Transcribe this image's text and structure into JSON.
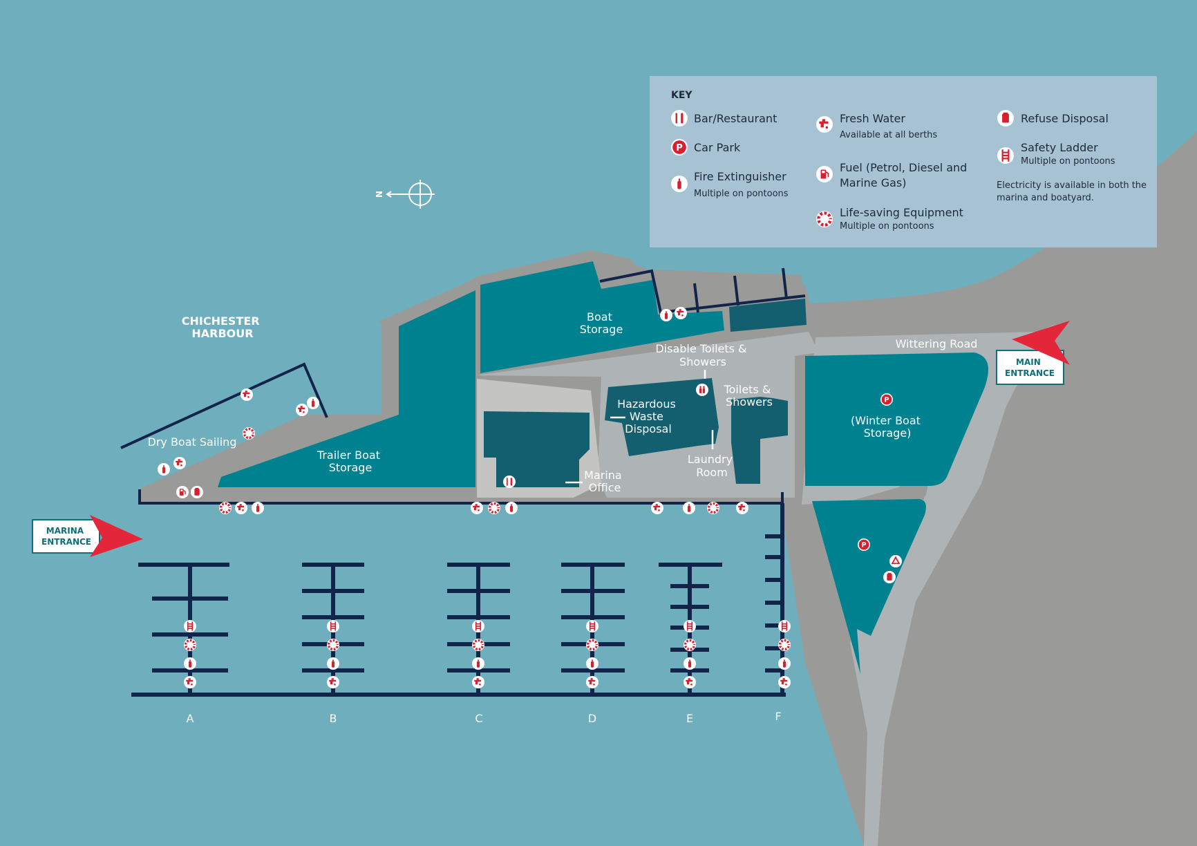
{
  "map": {
    "harbour_label": [
      "CHICHESTER",
      "HARBOUR"
    ],
    "compass_label": "N",
    "areas": {
      "boat_storage": [
        "Boat",
        "Storage"
      ],
      "trailer_boat_storage": [
        "Trailer Boat",
        "Storage"
      ],
      "dry_boat_sailing": "Dry Boat Sailing",
      "hazardous_waste": [
        "Hazardous",
        "Waste",
        "Disposal"
      ],
      "marina_office": [
        "Marina",
        "Office"
      ],
      "disable_toilets": [
        "Disable Toilets &",
        "Showers"
      ],
      "toilets_showers": [
        "Toilets &",
        "Showers"
      ],
      "laundry_room": [
        "Laundry",
        "Room"
      ],
      "winter_boat_storage": [
        "(Winter Boat",
        "Storage)"
      ],
      "wittering_road": "Wittering Road"
    },
    "entrances": {
      "main": [
        "MAIN",
        "ENTRANCE"
      ],
      "marina": [
        "MARINA",
        "ENTRANCE"
      ]
    },
    "piers": [
      "A",
      "B",
      "C",
      "D",
      "E",
      "F"
    ]
  },
  "key": {
    "title": "KEY",
    "items": [
      {
        "icon": "bar-restaurant-icon",
        "label": "Bar/Restaurant",
        "sub": ""
      },
      {
        "icon": "car-park-icon",
        "label": "Car Park",
        "sub": ""
      },
      {
        "icon": "fire-extinguisher-icon",
        "label": "Fire Extinguisher",
        "sub": "Multiple on pontoons"
      },
      {
        "icon": "fresh-water-icon",
        "label": "Fresh Water",
        "sub": "Available at all berths"
      },
      {
        "icon": "fuel-icon",
        "label": "Fuel (Petrol, Diesel and",
        "label2": "Marine Gas)",
        "sub": ""
      },
      {
        "icon": "life-saving-icon",
        "label": "Life-saving Equipment",
        "sub": "Multiple on pontoons"
      },
      {
        "icon": "refuse-disposal-icon",
        "label": "Refuse Disposal",
        "sub": ""
      },
      {
        "icon": "safety-ladder-icon",
        "label": "Safety Ladder",
        "sub": "Multiple on pontoons"
      }
    ],
    "note": [
      "Electricity is available in both the",
      "marina and boatyard."
    ]
  },
  "colors": {
    "water": "#6fafbd",
    "land": "#9a9a98",
    "path": "#aeb4b6",
    "storage": "#00818f",
    "building": "#135f70",
    "pontoon": "#13244a",
    "key_bg": "#a7c3d3",
    "accent_red": "#e3263a"
  }
}
